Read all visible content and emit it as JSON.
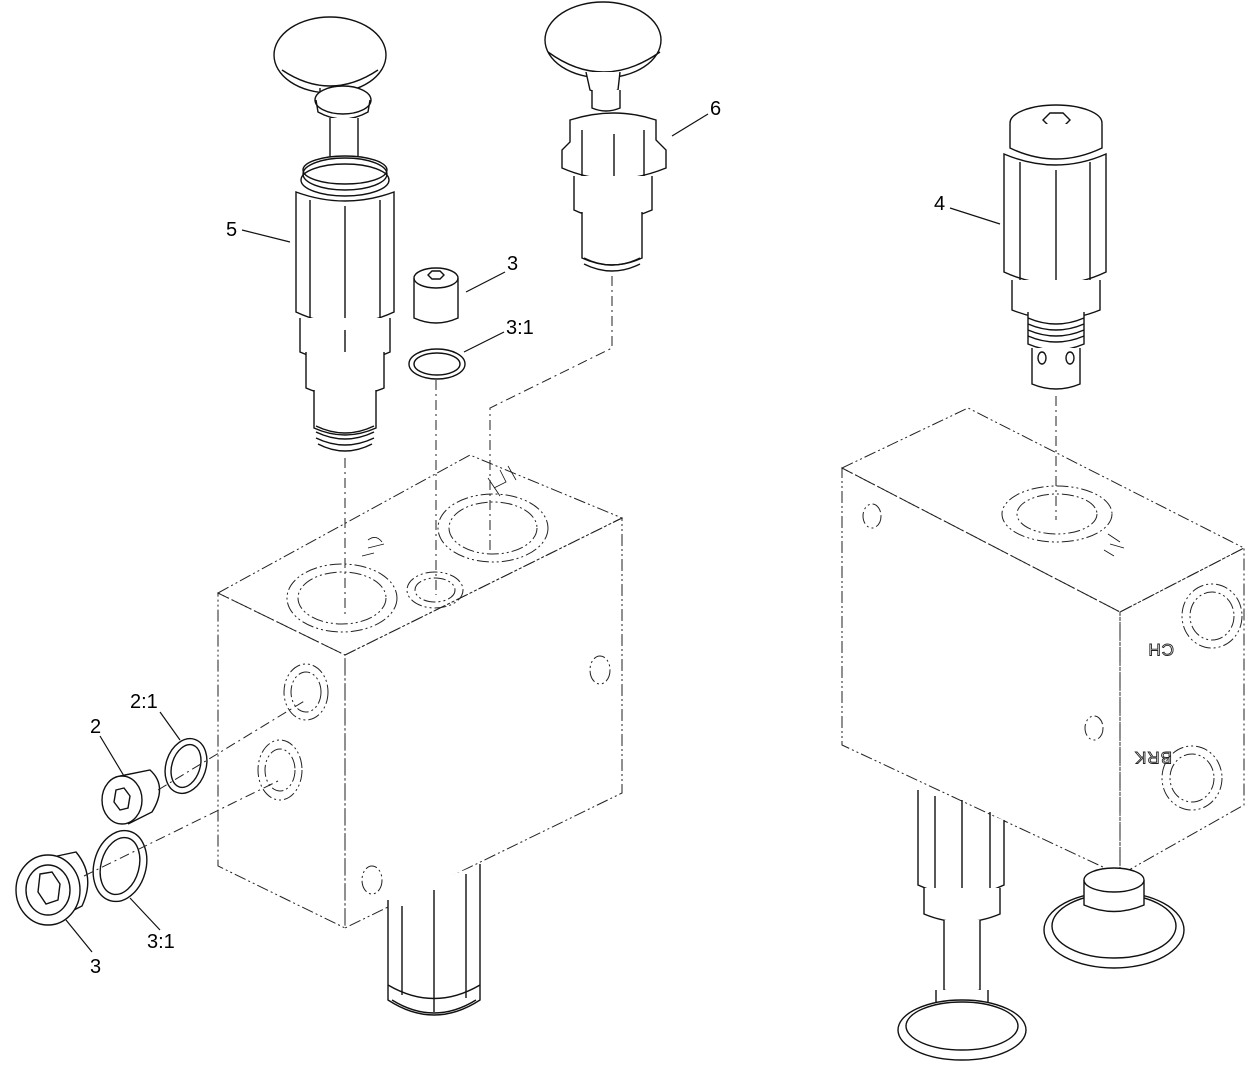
{
  "callouts": {
    "c5": "5",
    "c6": "6",
    "c3_top": "3",
    "c3_1_top": "3:1",
    "c4": "4",
    "c2_1": "2:1",
    "c2": "2",
    "c3_1_bottom": "3:1",
    "c3_bottom": "3"
  },
  "port_labels": {
    "ch": "CH",
    "brk": "BRK"
  }
}
